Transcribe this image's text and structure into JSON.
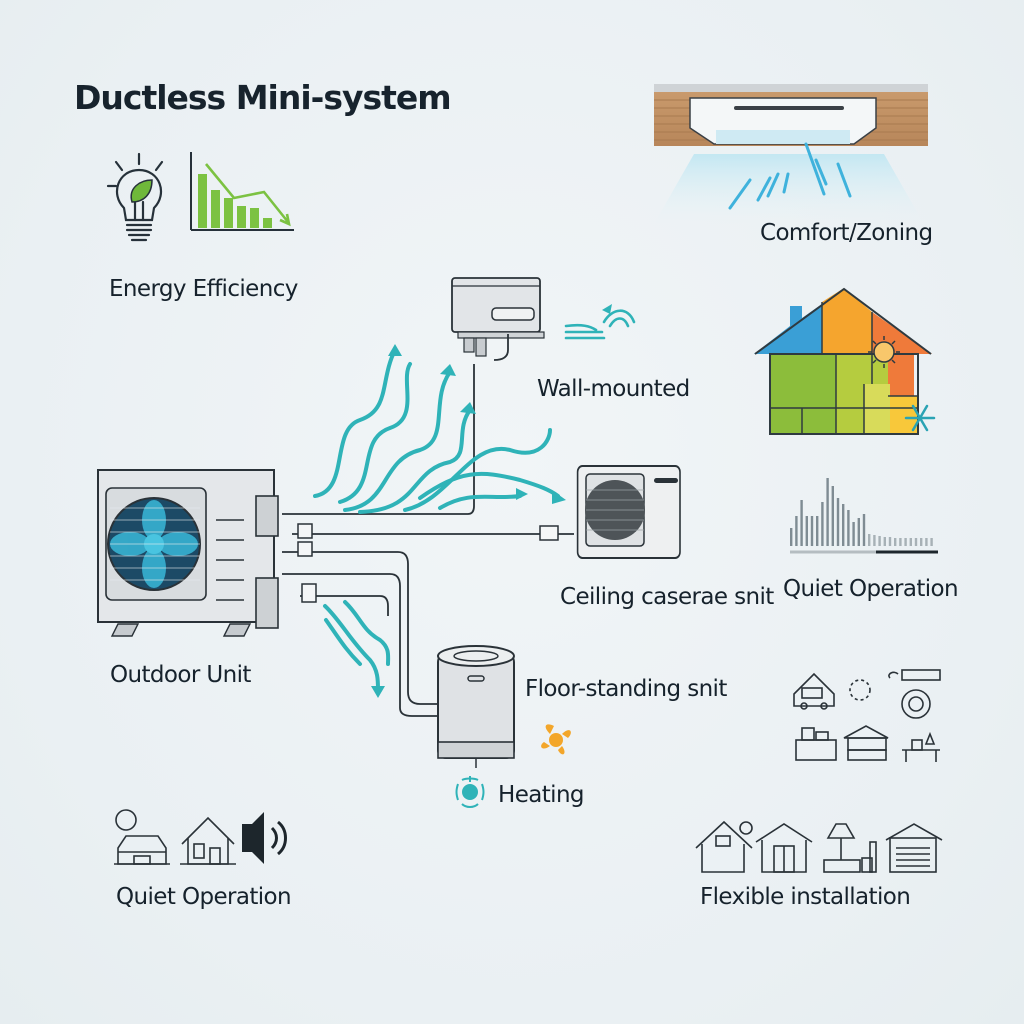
{
  "title": "Ductless Mini-system",
  "features": {
    "energy_efficiency": {
      "label": "Energy Efficiency",
      "icons": [
        "lightbulb-leaf-icon",
        "declining-bar-chart-icon"
      ]
    },
    "comfort_zoning": {
      "label": "Comfort/Zoning",
      "icons": [
        "ceiling-cassette-airflow-icon",
        "zoned-house-icon",
        "sun-icon",
        "snowflake-icon"
      ]
    },
    "quiet_operation_right": {
      "label": "Quiet Operation",
      "icons": [
        "sound-level-bars-icon"
      ]
    },
    "quiet_operation_bottom": {
      "label": "Quiet Operation",
      "icons": [
        "car-icon",
        "house-icon",
        "speaker-icon"
      ]
    },
    "flexible_installation": {
      "label": "Flexible installation",
      "icons": [
        "house-icon",
        "shed-icon",
        "lamp-furniture-icon",
        "garage-icon"
      ]
    },
    "installation_scenes": {
      "icons": [
        "house-van-icon",
        "dotted-circle-icon",
        "wall-unit-fan-icon",
        "desk-icon",
        "bed-icon",
        "table-icon"
      ]
    }
  },
  "units": {
    "outdoor": {
      "label": "Outdoor Unit"
    },
    "wall_mounted": {
      "label": "Wall-mounted"
    },
    "ceiling_cassette": {
      "label": "Ceiling caserae snit"
    },
    "floor_standing": {
      "label": "Floor-standing snit"
    },
    "heating": {
      "label": "Heating"
    }
  },
  "colors": {
    "airflow_teal": "#2fb3b8",
    "eco_green": "#7cc242",
    "heat_orange": "#f3a62a",
    "line_dark": "#2a3238",
    "unit_grey": "#dfe3e6"
  },
  "sound_bars": [
    18,
    30,
    46,
    30,
    30,
    30,
    44,
    68,
    60,
    48,
    42,
    36,
    24,
    28,
    32,
    12,
    11,
    10,
    9,
    9,
    8,
    8,
    8,
    8,
    8,
    8,
    8,
    8
  ]
}
